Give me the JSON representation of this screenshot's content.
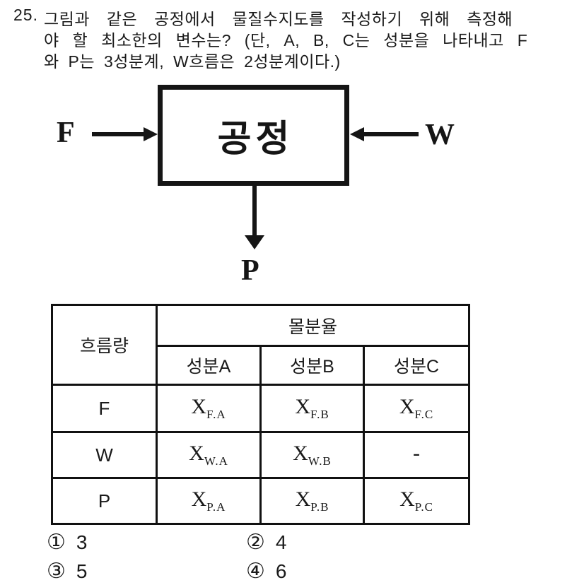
{
  "question": {
    "number": "25.",
    "lines": [
      "그림과 같은 공정에서 물질수지도를 작성하기 위해 측정해",
      "야 할 최소한의 변수는? (단, A, B, C는 성분을 나타내고 F",
      "와 P는 3성분계, W흐름은 2성분계이다.)"
    ]
  },
  "diagram": {
    "process_label": "공정",
    "feed_label": "F",
    "side_feed_label": "W",
    "product_label": "P"
  },
  "table": {
    "stream_header": "흐름량",
    "group_header": "몰분율",
    "component_headers": [
      "성분A",
      "성분B",
      "성분C"
    ],
    "rows": [
      {
        "stream": "F",
        "values": [
          {
            "base": "X",
            "sub": "F.A"
          },
          {
            "base": "X",
            "sub": "F.B"
          },
          {
            "base": "X",
            "sub": "F.C"
          }
        ]
      },
      {
        "stream": "W",
        "values": [
          {
            "base": "X",
            "sub": "W.A"
          },
          {
            "base": "X",
            "sub": "W.B"
          },
          {
            "base": "-",
            "sub": ""
          }
        ]
      },
      {
        "stream": "P",
        "values": [
          {
            "base": "X",
            "sub": "P.A"
          },
          {
            "base": "X",
            "sub": "P.B"
          },
          {
            "base": "X",
            "sub": "P.C"
          }
        ]
      }
    ]
  },
  "choices": [
    {
      "marker": "①",
      "value": "3"
    },
    {
      "marker": "②",
      "value": "4"
    },
    {
      "marker": "③",
      "value": "5"
    },
    {
      "marker": "④",
      "value": "6"
    }
  ],
  "colors": {
    "ink": "#1a1a1a",
    "background": "#ffffff"
  }
}
